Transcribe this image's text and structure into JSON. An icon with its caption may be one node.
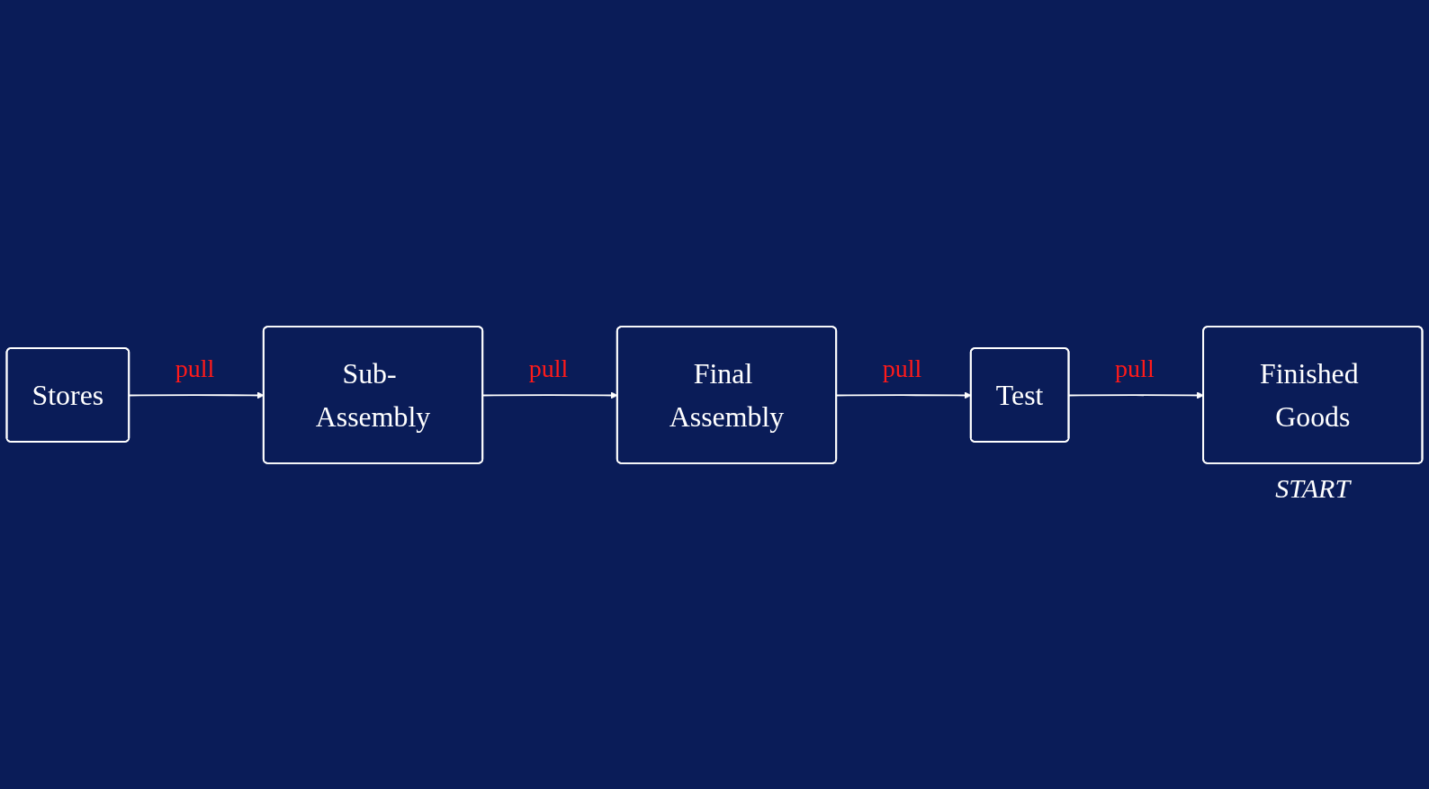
{
  "diagram": {
    "nodes": [
      {
        "text": [
          "Stores"
        ]
      },
      {
        "text": [
          "Sub- Assembly"
        ]
      },
      {
        "text": [
          "Final Assembly"
        ]
      },
      {
        "text": [
          "Finished Goods"
        ],
        "beside": [
          "START"
        ]
      },
      {
        "text": [
          "Test"
        ]
      }
    ],
    "edges": [
      {
        "from": 0,
        "to": 1,
        "arrow": "to",
        "label": "pull"
      },
      {
        "from": 1,
        "to": 2,
        "arrow": "to",
        "label": "pull"
      },
      {
        "from": 2,
        "to": 4,
        "arrow": "to",
        "label": "pull"
      },
      {
        "from": 4,
        "to": 3,
        "arrow": "to",
        "label": "pull"
      }
    ]
  }
}
